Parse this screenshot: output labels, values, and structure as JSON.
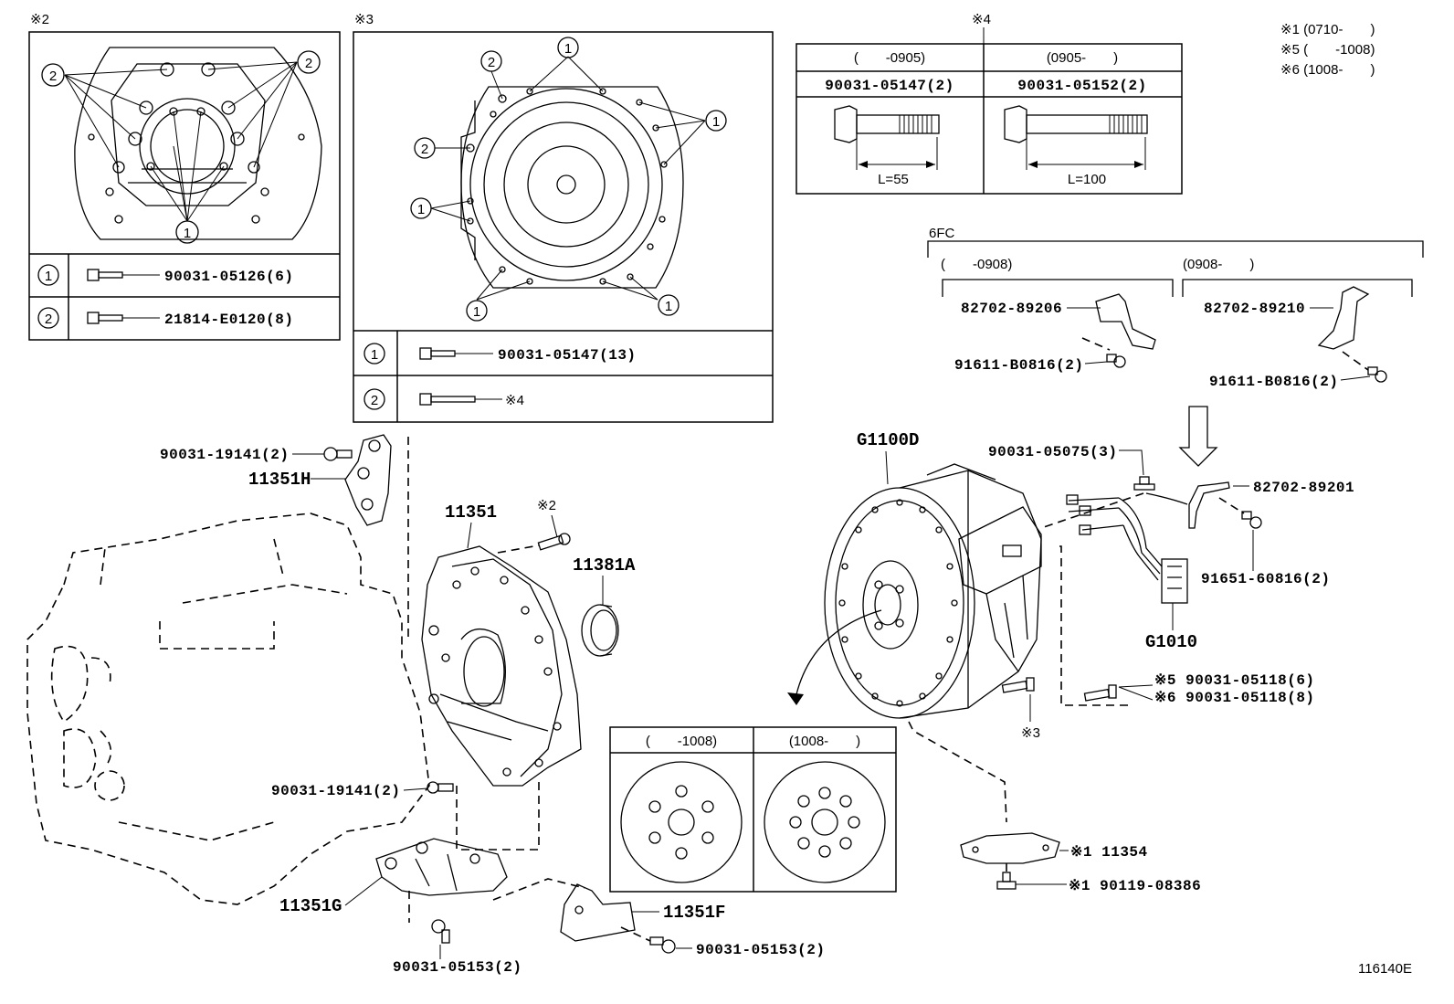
{
  "refs": {
    "ref2_mark": "※2",
    "ref3_mark": "※3",
    "ref4_mark": "※4"
  },
  "notes": {
    "n1": "※1 (0710-　　)",
    "n5": "※5 (　　-1008)",
    "n6": "※6 (1008-　　)"
  },
  "box2": {
    "callout_1": "1",
    "callout_2": "2",
    "row1_part": "90031-05126(6)",
    "row2_part": "21814-E0120(8)"
  },
  "box3": {
    "callout_1": "1",
    "callout_2": "2",
    "row1_part": "90031-05147(13)",
    "row2_part": "※4"
  },
  "box4": {
    "col1_header": "(　　-0905)",
    "col2_header": "(0905-　　)",
    "col1_part": "90031-05147(2)",
    "col2_part": "90031-05152(2)",
    "col1_length": "L=55",
    "col2_length": "L=100"
  },
  "sixfc": {
    "label": "6FC",
    "left_range": "(　　-0908)",
    "right_range": "(0908-　　)",
    "left_bracket": "82702-89206",
    "right_bracket": "82702-89210",
    "left_bolt": "91611-B0816(2)",
    "right_bolt": "91611-B0816(2)"
  },
  "parts": {
    "p_11351H_bolt": "90031-19141(2)",
    "p_11351H": "11351H",
    "p_11351": "11351",
    "p_ref2": "※2",
    "p_11381A": "11381A",
    "p_mid_bolt": "90031-19141(2)",
    "p_11351G": "11351G",
    "p_11351G_bolt": "90031-05153(2)",
    "p_11351F": "11351F",
    "p_11351F_bolt": "90031-05153(2)",
    "p_G1100D": "G1100D",
    "p_G1100D_bolt": "90031-05075(3)",
    "p_82702_89201": "82702-89201",
    "p_91651": "91651-60816(2)",
    "p_G1010": "G1010",
    "p_bolt5": "※5 90031-05118(6)",
    "p_bolt6": "※6 90031-05118(8)",
    "p_ref3": "※3",
    "p_11354": "※1 11354",
    "p_90119": "※1 90119-08386"
  },
  "flywheel_box": {
    "col1_header": "(　　-1008)",
    "col2_header": "(1008-　　)"
  },
  "figure_id": "116140E"
}
